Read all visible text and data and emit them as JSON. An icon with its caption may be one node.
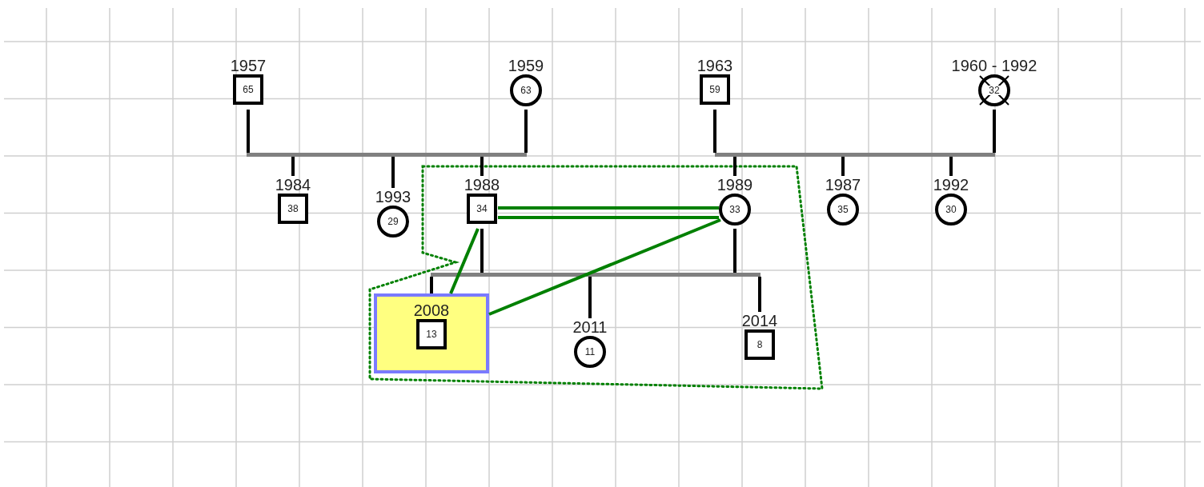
{
  "diagram": {
    "nodes": [
      {
        "text": [
          "65"
        ],
        "beside": [
          "1957"
        ]
      },
      {
        "text": [
          "63"
        ],
        "beside": [
          "1959"
        ]
      },
      {
        "text": [
          "59"
        ],
        "beside": [
          "1963"
        ]
      },
      {
        "text": [
          "32"
        ],
        "beside": [
          "1960 - 1992"
        ]
      },
      {
        "text": [],
        "shape": "bar"
      },
      {
        "text": [],
        "shape": "bar"
      },
      {
        "text": [
          "38"
        ],
        "beside": [
          "1984"
        ]
      },
      {
        "text": [
          "29"
        ],
        "beside": [
          "1993"
        ]
      },
      {
        "text": [
          "34"
        ],
        "beside": [
          "1988"
        ]
      },
      {
        "text": [
          "33"
        ],
        "beside": [
          "1989"
        ]
      },
      {
        "text": [
          "35"
        ],
        "beside": [
          "1987"
        ]
      },
      {
        "text": [
          "30"
        ],
        "beside": [
          "1992"
        ]
      },
      {
        "text": [],
        "shape": "bar"
      },
      {
        "text": [],
        "shape": "box"
      },
      {
        "text": [
          "13"
        ],
        "beside": [
          "2008"
        ],
        "in": 13
      },
      {
        "text": [
          "11"
        ],
        "beside": [
          "2011"
        ]
      },
      {
        "text": [
          "8"
        ],
        "beside": [
          "2014"
        ]
      }
    ],
    "edges": [
      {
        "from": 0,
        "to": 4,
        "arrow": "none"
      },
      {
        "from": 1,
        "to": 4,
        "arrow": "none"
      },
      {
        "from": 2,
        "to": 5,
        "arrow": "none"
      },
      {
        "from": 3,
        "to": 5,
        "arrow": "none"
      },
      {
        "from": 4,
        "to": 6,
        "arrow": "none"
      },
      {
        "from": 4,
        "to": 7,
        "arrow": "none"
      },
      {
        "from": 4,
        "to": 8,
        "arrow": "none"
      },
      {
        "from": 5,
        "to": 9,
        "arrow": "none"
      },
      {
        "from": 5,
        "to": 10,
        "arrow": "none"
      },
      {
        "from": 5,
        "to": 11,
        "arrow": "none"
      },
      {
        "from": 8,
        "to": 12,
        "arrow": "none"
      },
      {
        "from": 9,
        "to": 12,
        "arrow": "none"
      },
      {
        "from": 12,
        "to": 13,
        "arrow": "none"
      },
      {
        "from": 12,
        "to": 15,
        "arrow": "none"
      },
      {
        "from": 12,
        "to": 16,
        "arrow": "none"
      },
      {
        "from": 8,
        "to": 9,
        "arrow": "none",
        "color": "#008000"
      },
      {
        "from": 8,
        "to": 9,
        "arrow": "none",
        "color": "#008000"
      },
      {
        "from": 8,
        "to": 13,
        "arrow": "none",
        "color": "#008000"
      },
      {
        "from": 9,
        "to": 13,
        "arrow": "none",
        "color": "#008000"
      }
    ]
  }
}
